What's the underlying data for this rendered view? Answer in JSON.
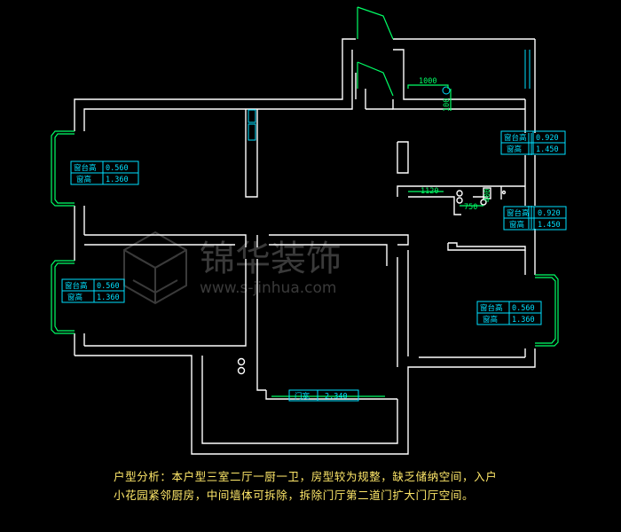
{
  "watermark": {
    "brand": "锦华装饰",
    "url": "www.s-jinhua.com"
  },
  "window_label_sill": "窗台高",
  "window_label_height": "窗高",
  "window_tags": [
    {
      "id": "w1",
      "sill": "0.560",
      "height": "1.360"
    },
    {
      "id": "w2",
      "sill": "0.560",
      "height": "1.360"
    },
    {
      "id": "w3",
      "sill": "0.920",
      "height": "1.450"
    },
    {
      "id": "w4",
      "sill": "0.920",
      "height": "1.450"
    },
    {
      "id": "w5",
      "sill": "0.560",
      "height": "1.360"
    }
  ],
  "dimensions": {
    "balcony_width": "1000",
    "balcony_depth": "100",
    "bath_width": "1120",
    "bath_small": "750",
    "bath_vertical": "400"
  },
  "door_label": "门宽",
  "door_width": "2.340",
  "analysis_text": "户型分析：本户型三室二厅一厨一卫，房型较为规整，缺乏储纳空间，入户小花园紧邻厨房，中间墙体可拆除，拆除门厅第二道门扩大门厅空间。"
}
